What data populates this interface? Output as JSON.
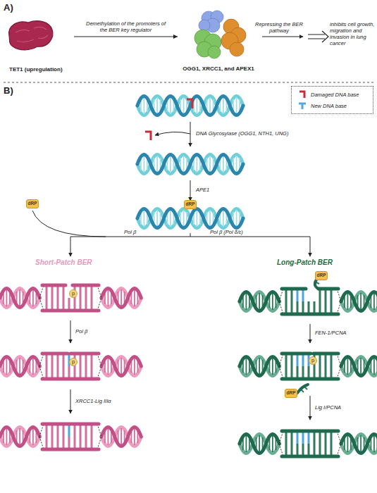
{
  "diagram": {
    "nodes": [
      {
        "text": [
          "TET1 (upregulation)"
        ]
      },
      {
        "text": [
          "OGG1, XRCC1, and APEX1"
        ]
      },
      {
        "text": [
          "dRP"
        ]
      },
      {
        "text": [
          "dRP"
        ]
      },
      {
        "text": [
          "p"
        ]
      },
      {
        "text": [
          "dRP"
        ]
      },
      {
        "text": [
          "p"
        ]
      },
      {
        "text": [
          "p"
        ]
      },
      {
        "text": [
          "dRP"
        ]
      }
    ],
    "edges": [
      {
        "from": 0,
        "to": 1,
        "label": "Demethylation of the promoters of the BER key regulator",
        "arrow": "to"
      }
    ],
    "labels": [
      "A)",
      "Repressing the BER pathway",
      "inhibits cell growth, migration and invasion in lung cancer",
      "B)",
      "DNA Glycosylase (OGG1, NTH1, UNG)",
      "APE1",
      "Pol β",
      "Pol β (Pol δ/ε)",
      "Short-Patch BER",
      "Long-Patch BER",
      "Pol β",
      "XRCC1-Lig IIIα",
      "FEN-1/PCNA",
      "Lig I/PCNA"
    ],
    "legend": [
      {
        "text": "Damaged DNA base"
      },
      {
        "text": "New DNA base"
      }
    ]
  }
}
